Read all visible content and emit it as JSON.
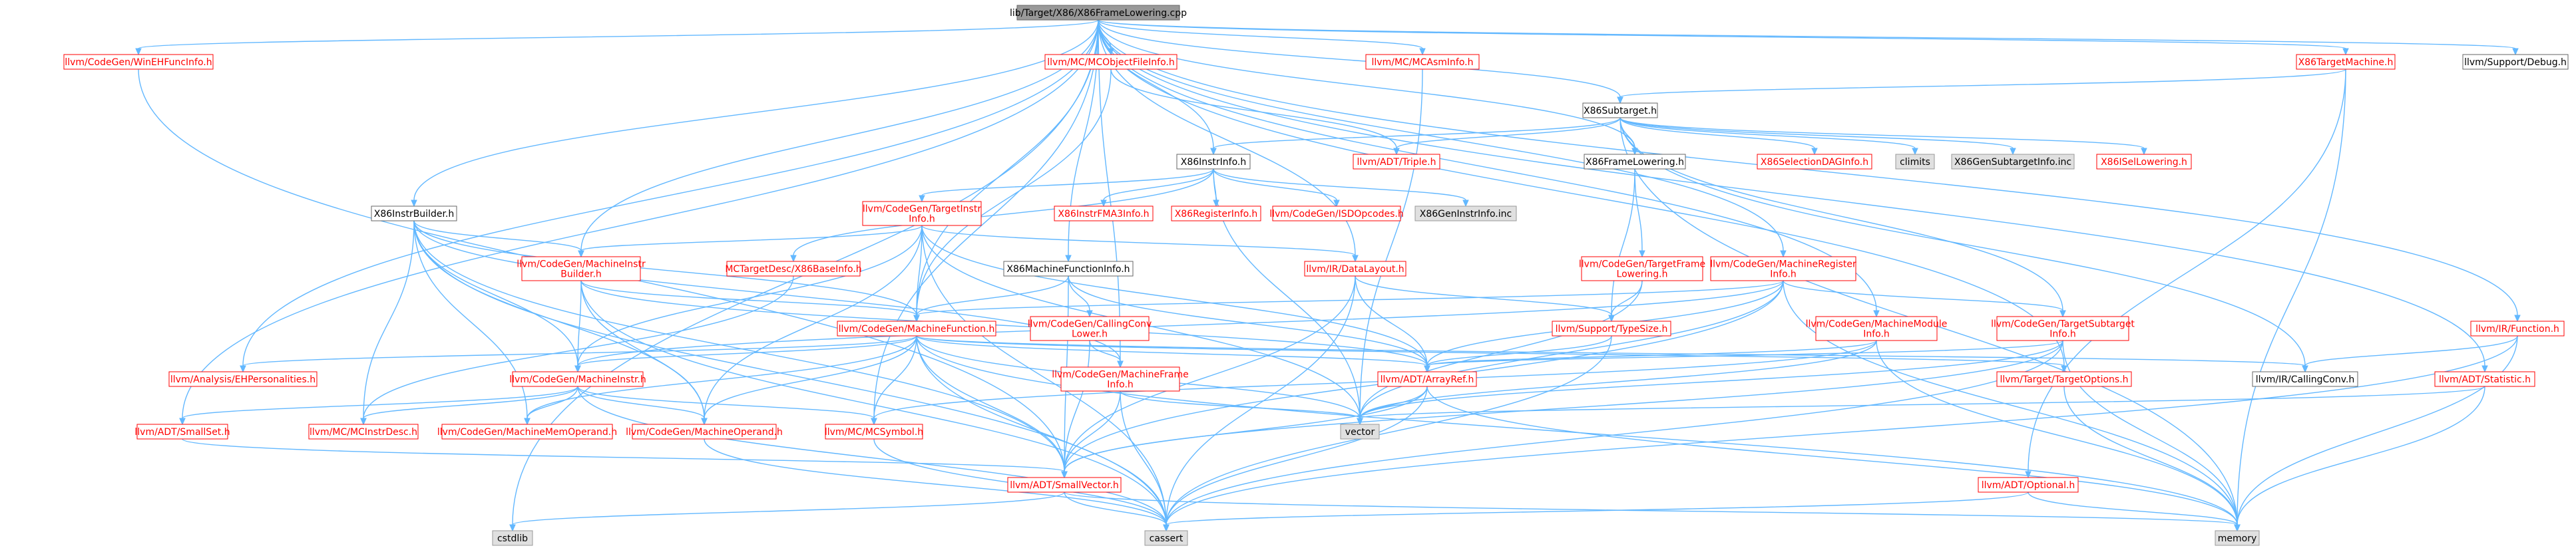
{
  "colors": {
    "root_fill": "#999999",
    "normal_fill": "#ffffff",
    "normal_stroke": "#666666",
    "truncated_stroke": "#ff0000",
    "truncated_text": "#ff0000",
    "normal_text": "#000000",
    "system_fill": "#e0e0e0",
    "system_stroke": "#999999",
    "edge": "#63b8ff"
  },
  "nodes": [
    {
      "id": "root",
      "lines": [
        "lib/Target/X86/X86FrameLowering.cpp"
      ],
      "kind": "root"
    },
    {
      "id": "wineh",
      "lines": [
        "llvm/CodeGen/WinEHFuncInfo.h"
      ],
      "kind": "trunc"
    },
    {
      "id": "mcobjfi",
      "lines": [
        "llvm/MC/MCObjectFileInfo.h"
      ],
      "kind": "trunc"
    },
    {
      "id": "mcasminfo",
      "lines": [
        "llvm/MC/MCAsmInfo.h"
      ],
      "kind": "trunc"
    },
    {
      "id": "x86tm",
      "lines": [
        "X86TargetMachine.h"
      ],
      "kind": "trunc"
    },
    {
      "id": "supdebug",
      "lines": [
        "llvm/Support/Debug.h"
      ],
      "kind": "normal"
    },
    {
      "id": "x86sub",
      "lines": [
        "X86Subtarget.h"
      ],
      "kind": "normal"
    },
    {
      "id": "triple",
      "lines": [
        "llvm/ADT/Triple.h"
      ],
      "kind": "trunc"
    },
    {
      "id": "x86ii",
      "lines": [
        "X86InstrInfo.h"
      ],
      "kind": "normal"
    },
    {
      "id": "x86fl",
      "lines": [
        "X86FrameLowering.h"
      ],
      "kind": "normal"
    },
    {
      "id": "x86sdag",
      "lines": [
        "X86SelectionDAGInfo.h"
      ],
      "kind": "trunc"
    },
    {
      "id": "climits",
      "lines": [
        "climits"
      ],
      "kind": "sys"
    },
    {
      "id": "x86gensub",
      "lines": [
        "X86GenSubtargetInfo.inc"
      ],
      "kind": "sys"
    },
    {
      "id": "x86isel",
      "lines": [
        "X86ISelLowering.h"
      ],
      "kind": "trunc"
    },
    {
      "id": "x86ib",
      "lines": [
        "X86InstrBuilder.h"
      ],
      "kind": "normal"
    },
    {
      "id": "tii",
      "lines": [
        "llvm/CodeGen/TargetInstr",
        "Info.h"
      ],
      "kind": "trunc"
    },
    {
      "id": "x86fma3",
      "lines": [
        "X86InstrFMA3Info.h"
      ],
      "kind": "trunc"
    },
    {
      "id": "x86reg",
      "lines": [
        "X86RegisterInfo.h"
      ],
      "kind": "trunc"
    },
    {
      "id": "isdop",
      "lines": [
        "llvm/CodeGen/ISDOpcodes.h"
      ],
      "kind": "trunc"
    },
    {
      "id": "x86genii",
      "lines": [
        "X86GenInstrInfo.inc"
      ],
      "kind": "sys"
    },
    {
      "id": "mib",
      "lines": [
        "llvm/CodeGen/MachineInstr",
        "Builder.h"
      ],
      "kind": "trunc"
    },
    {
      "id": "x86base",
      "lines": [
        "MCTargetDesc/X86BaseInfo.h"
      ],
      "kind": "trunc"
    },
    {
      "id": "x86mfi",
      "lines": [
        "X86MachineFunctionInfo.h"
      ],
      "kind": "normal"
    },
    {
      "id": "datalayout",
      "lines": [
        "llvm/IR/DataLayout.h"
      ],
      "kind": "trunc"
    },
    {
      "id": "tfl",
      "lines": [
        "llvm/CodeGen/TargetFrame",
        "Lowering.h"
      ],
      "kind": "trunc"
    },
    {
      "id": "mri",
      "lines": [
        "llvm/CodeGen/MachineRegister",
        "Info.h"
      ],
      "kind": "trunc"
    },
    {
      "id": "ccl",
      "lines": [
        "llvm/CodeGen/CallingConv",
        "Lower.h"
      ],
      "kind": "trunc"
    },
    {
      "id": "mf",
      "lines": [
        "llvm/CodeGen/MachineFunction.h"
      ],
      "kind": "trunc"
    },
    {
      "id": "typesize",
      "lines": [
        "llvm/Support/TypeSize.h"
      ],
      "kind": "trunc"
    },
    {
      "id": "mmi",
      "lines": [
        "llvm/CodeGen/MachineModule",
        "Info.h"
      ],
      "kind": "trunc"
    },
    {
      "id": "tsi",
      "lines": [
        "llvm/CodeGen/TargetSubtarget",
        "Info.h"
      ],
      "kind": "trunc"
    },
    {
      "id": "irfunc",
      "lines": [
        "llvm/IR/Function.h"
      ],
      "kind": "trunc"
    },
    {
      "id": "ehpers",
      "lines": [
        "llvm/Analysis/EHPersonalities.h"
      ],
      "kind": "trunc"
    },
    {
      "id": "mi",
      "lines": [
        "llvm/CodeGen/MachineInstr.h"
      ],
      "kind": "trunc"
    },
    {
      "id": "mfrinfo",
      "lines": [
        "llvm/CodeGen/MachineFrame",
        "Info.h"
      ],
      "kind": "trunc"
    },
    {
      "id": "arrayref",
      "lines": [
        "llvm/ADT/ArrayRef.h"
      ],
      "kind": "trunc"
    },
    {
      "id": "tgtopt",
      "lines": [
        "llvm/Target/TargetOptions.h"
      ],
      "kind": "trunc"
    },
    {
      "id": "callconv",
      "lines": [
        "llvm/IR/CallingConv.h"
      ],
      "kind": "normal"
    },
    {
      "id": "statistic",
      "lines": [
        "llvm/ADT/Statistic.h"
      ],
      "kind": "trunc"
    },
    {
      "id": "smallset",
      "lines": [
        "llvm/ADT/SmallSet.h"
      ],
      "kind": "trunc"
    },
    {
      "id": "mcid",
      "lines": [
        "llvm/MC/MCInstrDesc.h"
      ],
      "kind": "trunc"
    },
    {
      "id": "mmo",
      "lines": [
        "llvm/CodeGen/MachineMemOperand.h"
      ],
      "kind": "trunc"
    },
    {
      "id": "mo",
      "lines": [
        "llvm/CodeGen/MachineOperand.h"
      ],
      "kind": "trunc"
    },
    {
      "id": "mcsym",
      "lines": [
        "llvm/MC/MCSymbol.h"
      ],
      "kind": "trunc"
    },
    {
      "id": "vector",
      "lines": [
        "vector"
      ],
      "kind": "sys"
    },
    {
      "id": "smallvec",
      "lines": [
        "llvm/ADT/SmallVector.h"
      ],
      "kind": "trunc"
    },
    {
      "id": "optional",
      "lines": [
        "llvm/ADT/Optional.h"
      ],
      "kind": "trunc"
    },
    {
      "id": "cstdlib",
      "lines": [
        "cstdlib"
      ],
      "kind": "sys"
    },
    {
      "id": "cassert",
      "lines": [
        "cassert"
      ],
      "kind": "sys"
    },
    {
      "id": "memory",
      "lines": [
        "memory"
      ],
      "kind": "sys"
    }
  ],
  "edges": [
    [
      "root",
      "wineh"
    ],
    [
      "root",
      "mcobjfi"
    ],
    [
      "root",
      "mcasminfo"
    ],
    [
      "root",
      "x86tm"
    ],
    [
      "root",
      "supdebug"
    ],
    [
      "root",
      "x86sub"
    ],
    [
      "root",
      "x86ii"
    ],
    [
      "root",
      "x86fl"
    ],
    [
      "root",
      "x86ib"
    ],
    [
      "root",
      "mib"
    ],
    [
      "root",
      "x86mfi"
    ],
    [
      "root",
      "mri"
    ],
    [
      "root",
      "mmi"
    ],
    [
      "root",
      "mf"
    ],
    [
      "root",
      "mfrinfo"
    ],
    [
      "root",
      "ehpers"
    ],
    [
      "root",
      "irfunc"
    ],
    [
      "root",
      "statistic"
    ],
    [
      "root",
      "smallset"
    ],
    [
      "root",
      "mcsym"
    ],
    [
      "root",
      "tgtopt"
    ],
    [
      "root",
      "cstdlib"
    ],
    [
      "root",
      "datalayout"
    ],
    [
      "x86tm",
      "x86sub"
    ],
    [
      "x86tm",
      "memory"
    ],
    [
      "x86tm",
      "optional"
    ],
    [
      "x86sub",
      "triple"
    ],
    [
      "x86sub",
      "x86ii"
    ],
    [
      "x86sub",
      "x86fl"
    ],
    [
      "x86sub",
      "x86sdag"
    ],
    [
      "x86sub",
      "climits"
    ],
    [
      "x86sub",
      "x86gensub"
    ],
    [
      "x86sub",
      "x86isel"
    ],
    [
      "x86sub",
      "tsi"
    ],
    [
      "x86sub",
      "callconv"
    ],
    [
      "x86sub",
      "memory"
    ],
    [
      "mcobjfi",
      "triple"
    ],
    [
      "mcobjfi",
      "mf"
    ],
    [
      "x86ii",
      "tii"
    ],
    [
      "x86ii",
      "x86fma3"
    ],
    [
      "x86ii",
      "x86reg"
    ],
    [
      "x86ii",
      "isdop"
    ],
    [
      "x86ii",
      "x86genii"
    ],
    [
      "x86ii",
      "x86base"
    ],
    [
      "x86ii",
      "vector"
    ],
    [
      "x86fl",
      "tfl"
    ],
    [
      "x86fl",
      "typesize"
    ],
    [
      "tii",
      "mib"
    ],
    [
      "tii",
      "mf"
    ],
    [
      "tii",
      "mi"
    ],
    [
      "tii",
      "arrayref"
    ],
    [
      "tii",
      "datalayout"
    ],
    [
      "tii",
      "cassert"
    ],
    [
      "tii",
      "vector"
    ],
    [
      "tii",
      "mo"
    ],
    [
      "x86ib",
      "mib"
    ],
    [
      "x86ib",
      "mf"
    ],
    [
      "x86ib",
      "mi"
    ],
    [
      "x86ib",
      "mmo"
    ],
    [
      "x86ib",
      "mo"
    ],
    [
      "x86ib",
      "smallvec"
    ],
    [
      "x86ib",
      "cassert"
    ],
    [
      "x86ib",
      "mcid"
    ],
    [
      "x86ib",
      "mfrinfo"
    ],
    [
      "mib",
      "mi"
    ],
    [
      "mib",
      "mo"
    ],
    [
      "mib",
      "mf"
    ],
    [
      "mib",
      "cassert"
    ],
    [
      "mib",
      "arrayref"
    ],
    [
      "x86base",
      "mcid"
    ],
    [
      "x86mfi",
      "mf"
    ],
    [
      "x86mfi",
      "ccl"
    ],
    [
      "x86mfi",
      "arrayref"
    ],
    [
      "x86mfi",
      "smallvec"
    ],
    [
      "datalayout",
      "typesize"
    ],
    [
      "datalayout",
      "arrayref"
    ],
    [
      "datalayout",
      "smallvec"
    ],
    [
      "datalayout",
      "cassert"
    ],
    [
      "tfl",
      "typesize"
    ],
    [
      "tfl",
      "vector"
    ],
    [
      "mri",
      "mf"
    ],
    [
      "mri",
      "tsi"
    ],
    [
      "mri",
      "arrayref"
    ],
    [
      "mri",
      "mi"
    ],
    [
      "mri",
      "vector"
    ],
    [
      "mri",
      "memory"
    ],
    [
      "mri",
      "smallvec"
    ],
    [
      "ccl",
      "mfrinfo"
    ],
    [
      "ccl",
      "smallvec"
    ],
    [
      "mf",
      "ehpers"
    ],
    [
      "mf",
      "mi"
    ],
    [
      "mf",
      "arrayref"
    ],
    [
      "mf",
      "smallvec"
    ],
    [
      "mf",
      "mmo"
    ],
    [
      "mf",
      "mo"
    ],
    [
      "mf",
      "cassert"
    ],
    [
      "mf",
      "vector"
    ],
    [
      "mf",
      "memory"
    ],
    [
      "mf",
      "tgtopt"
    ],
    [
      "mf",
      "callconv"
    ],
    [
      "mf",
      "mcsym"
    ],
    [
      "typesize",
      "arrayref"
    ],
    [
      "typesize",
      "cassert"
    ],
    [
      "mmi",
      "arrayref"
    ],
    [
      "mmi",
      "vector"
    ],
    [
      "mmi",
      "memory"
    ],
    [
      "mmi",
      "mcsym"
    ],
    [
      "tsi",
      "arrayref"
    ],
    [
      "tsi",
      "vector"
    ],
    [
      "tsi",
      "memory"
    ],
    [
      "tsi",
      "smallvec"
    ],
    [
      "tsi",
      "cassert"
    ],
    [
      "irfunc",
      "callconv"
    ],
    [
      "irfunc",
      "memory"
    ],
    [
      "irfunc",
      "cassert"
    ],
    [
      "mi",
      "mcid"
    ],
    [
      "mi",
      "mmo"
    ],
    [
      "mi",
      "mo"
    ],
    [
      "mi",
      "smallset"
    ],
    [
      "mi",
      "mcsym"
    ],
    [
      "mi",
      "cassert"
    ],
    [
      "mfrinfo",
      "smallvec"
    ],
    [
      "mfrinfo",
      "vector"
    ],
    [
      "mfrinfo",
      "cassert"
    ],
    [
      "arrayref",
      "smallvec"
    ],
    [
      "arrayref",
      "vector"
    ],
    [
      "arrayref",
      "memory"
    ],
    [
      "arrayref",
      "cassert"
    ],
    [
      "tgtopt",
      "memory"
    ],
    [
      "statistic",
      "memory"
    ],
    [
      "statistic",
      "vector"
    ],
    [
      "smallset",
      "smallvec"
    ],
    [
      "mo",
      "cassert"
    ],
    [
      "mcsym",
      "cassert"
    ],
    [
      "smallvec",
      "cstdlib"
    ],
    [
      "smallvec",
      "memory"
    ],
    [
      "smallvec",
      "cassert"
    ],
    [
      "optional",
      "memory"
    ],
    [
      "optional",
      "cassert"
    ],
    [
      "mcasminfo",
      "vector"
    ],
    [
      "wineh",
      "smallvec"
    ]
  ]
}
